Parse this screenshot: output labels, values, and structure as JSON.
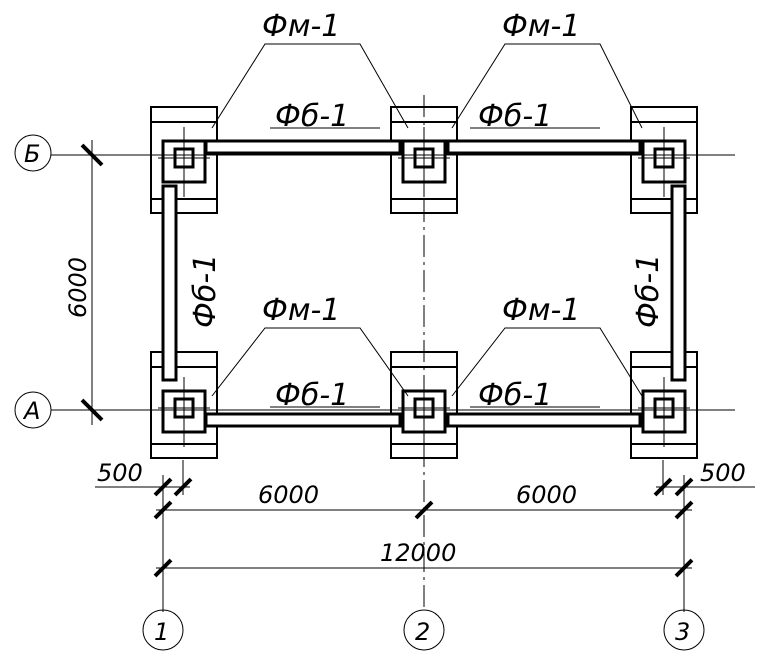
{
  "labels": {
    "pile_cap": "Фм-1",
    "beam": "Фб-1"
  },
  "axes": {
    "rows": [
      "Б",
      "А"
    ],
    "columns": [
      "1",
      "2",
      "3"
    ]
  },
  "dimensions": {
    "row_spacing": "6000",
    "column_spacing_1_2": "6000",
    "column_spacing_2_3": "6000",
    "total": "12000",
    "offset_left": "500",
    "offset_right": "500"
  }
}
